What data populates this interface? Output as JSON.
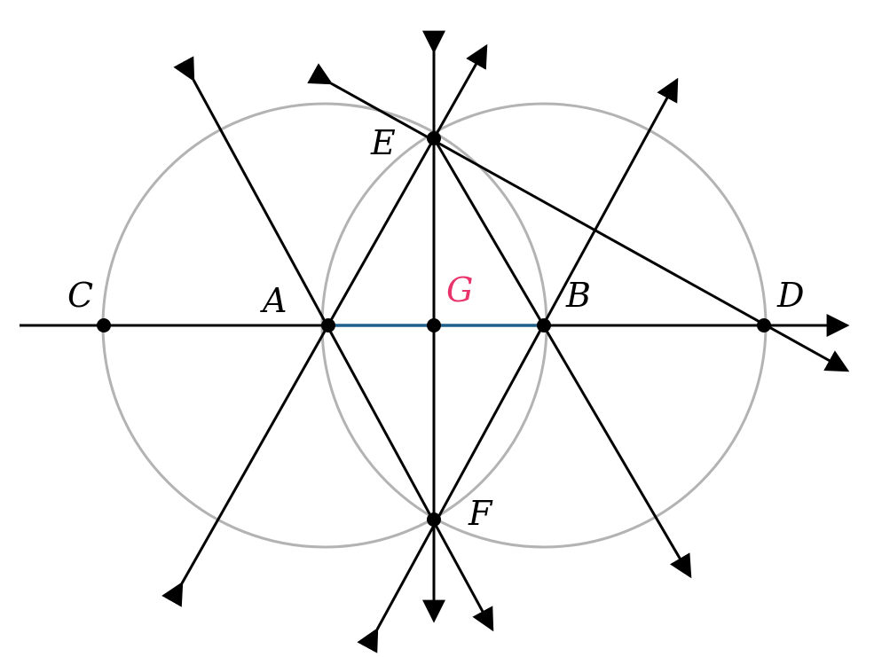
{
  "diagram": {
    "colors": {
      "circle": "#b3b3b3",
      "line": "#000000",
      "segment": "#1f5f8b",
      "point": "#000000",
      "label": "#000000",
      "highlight_label": "#e8336b"
    },
    "labels": {
      "A": "A",
      "B": "B",
      "C": "C",
      "D": "D",
      "E": "E",
      "F": "F",
      "G": "G"
    }
  }
}
